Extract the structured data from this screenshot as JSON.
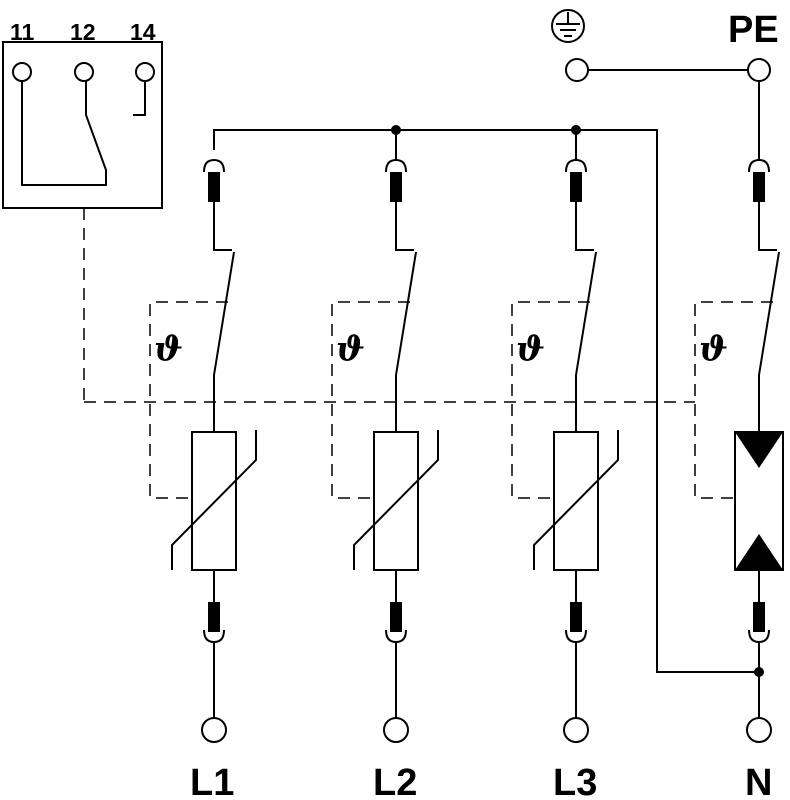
{
  "contacts": {
    "labels": [
      "11",
      "12",
      "14"
    ]
  },
  "earth_symbol": "earth-ground-icon",
  "pe_label": "PE",
  "thermal_symbol": "ϑ",
  "bottom_labels": [
    "L1",
    "L2",
    "L3",
    "N"
  ],
  "line_color": "#000000",
  "background": "#ffffff"
}
